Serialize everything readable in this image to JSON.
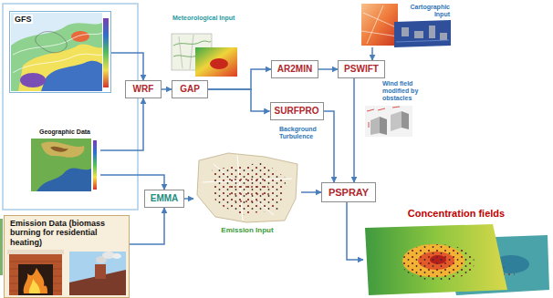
{
  "diagram": {
    "nodes": [
      {
        "text": [
          "GFS"
        ]
      },
      {
        "text": [
          "Geographic Data"
        ]
      },
      {
        "text": [
          "Emission Data (biomass burning for residential heating)"
        ]
      },
      {
        "text": [
          "WRF"
        ]
      },
      {
        "text": [
          "GAP"
        ]
      },
      {
        "text": [
          "Meteorological Input"
        ]
      },
      {
        "text": [
          "AR2MIN"
        ]
      },
      {
        "text": [
          "PSWIFT"
        ]
      },
      {
        "text": [
          "Cartographic Input"
        ]
      },
      {
        "text": [
          "SURFPRO"
        ]
      },
      {
        "text": [
          "Wind field modified by obstacles"
        ]
      },
      {
        "text": [
          "EMMA"
        ]
      },
      {
        "text": [
          "Emission Input"
        ]
      },
      {
        "text": [
          "PSPRAY"
        ]
      },
      {
        "text": [
          "Concentration fields"
        ]
      }
    ],
    "edges": [
      {
        "from": 0,
        "to": 3,
        "arrow": "to"
      },
      {
        "from": 1,
        "to": 3,
        "arrow": "to"
      },
      {
        "from": 1,
        "to": 11,
        "arrow": "to"
      },
      {
        "from": 2,
        "to": 11,
        "arrow": "to"
      },
      {
        "from": 3,
        "to": 4,
        "arrow": "to"
      },
      {
        "from": 4,
        "to": 6,
        "arrow": "to"
      },
      {
        "from": 4,
        "to": 9,
        "arrow": "to"
      },
      {
        "from": 6,
        "to": 7,
        "arrow": "to"
      },
      {
        "from": 8,
        "to": 7,
        "arrow": "to"
      },
      {
        "from": 7,
        "to": 13,
        "arrow": "to"
      },
      {
        "from": 9,
        "to": 13,
        "label": "Background Turbulence",
        "arrow": "to"
      },
      {
        "from": 11,
        "to": 12,
        "arrow": "to"
      },
      {
        "from": 12,
        "to": 13,
        "arrow": "to"
      },
      {
        "from": 13,
        "to": 14,
        "arrow": "to"
      }
    ]
  }
}
